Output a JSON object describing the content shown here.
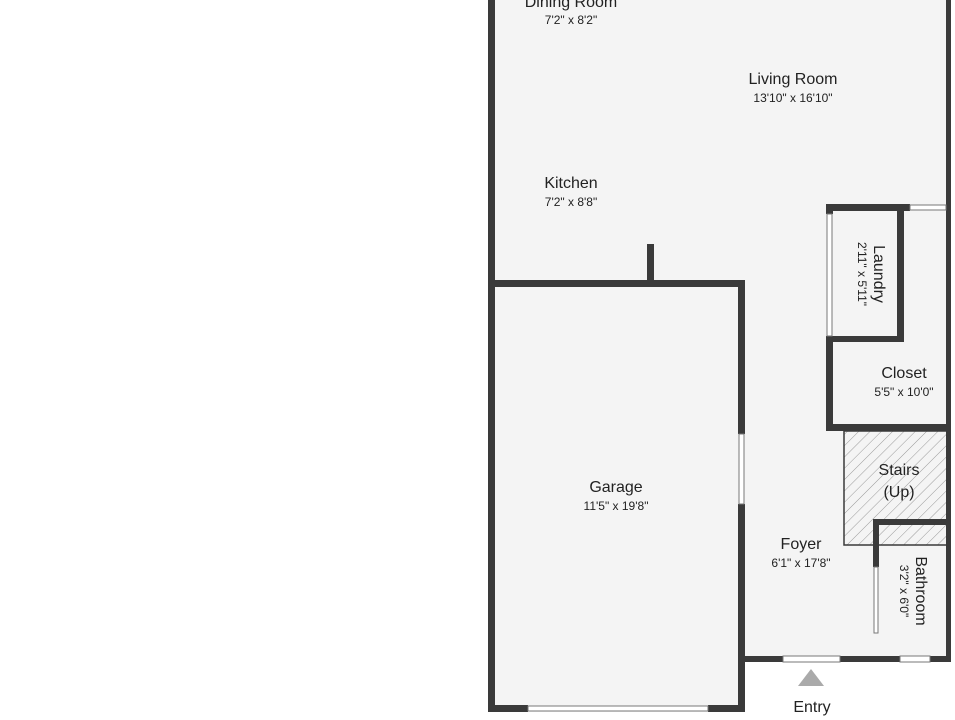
{
  "colors": {
    "wall": "#3a3a3a",
    "floor": "#f4f4f4",
    "background": "#ffffff",
    "window": "#ffffff",
    "stairs_hatch": "#9a9a9a",
    "entry_arrow": "#aaaaaa",
    "text": "#222222"
  },
  "rooms": {
    "dining": {
      "name": "Dining Room",
      "dims": "7'2\" x 8'2\""
    },
    "living": {
      "name": "Living Room",
      "dims": "13'10\" x 16'10\""
    },
    "kitchen": {
      "name": "Kitchen",
      "dims": "7'2\" x 8'8\""
    },
    "laundry": {
      "name": "Laundry",
      "dims": "2'11\" x 5'11\""
    },
    "closet": {
      "name": "Closet",
      "dims": "5'5\" x 10'0\""
    },
    "stairs": {
      "name_line1": "Stairs",
      "name_line2": "(Up)"
    },
    "garage": {
      "name": "Garage",
      "dims": "11'5\" x 19'8\""
    },
    "foyer": {
      "name": "Foyer",
      "dims": "6'1\" x 17'8\""
    },
    "bathroom": {
      "name": "Bathroom",
      "dims": "3'2\" x 6'0\""
    }
  },
  "entry": {
    "label": "Entry"
  }
}
